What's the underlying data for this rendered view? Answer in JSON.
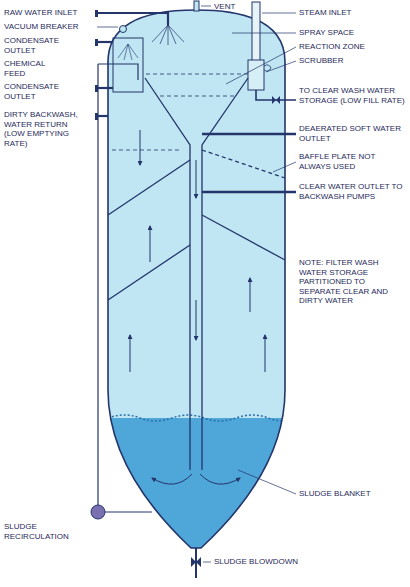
{
  "diagram": {
    "labels": [
      "VENT",
      "RAW WATER INLET",
      "STEAM INLET",
      "VACUUM BREAKER",
      "CONDENSATE OUTLET",
      "SPRAY SPACE",
      "CHEMICAL FEED",
      "REACTION ZONE",
      "SCRUBBER",
      "CONDENSATE OUTLET",
      "DIRTY BACKWASH, WATER RETURN (LOW EMPTYING RATE)",
      "TO CLEAR WASH WATER STORAGE (LOW FILL RATE)",
      "DEAERATED SOFT WATER OUTLET",
      "BAFFLE PLATE NOT ALWAYS USED",
      "CLEAR WATER OUTLET TO BACKWASH PUMPS",
      "NOTE: FILTER WASH WATER STORAGE PARTITIONED TO SEPARATE CLEAR AND DIRTY WATER",
      "SLUDGE BLANKET",
      "SLUDGE RECIRCULATION",
      "SLUDGE BLOWDOWN"
    ]
  }
}
